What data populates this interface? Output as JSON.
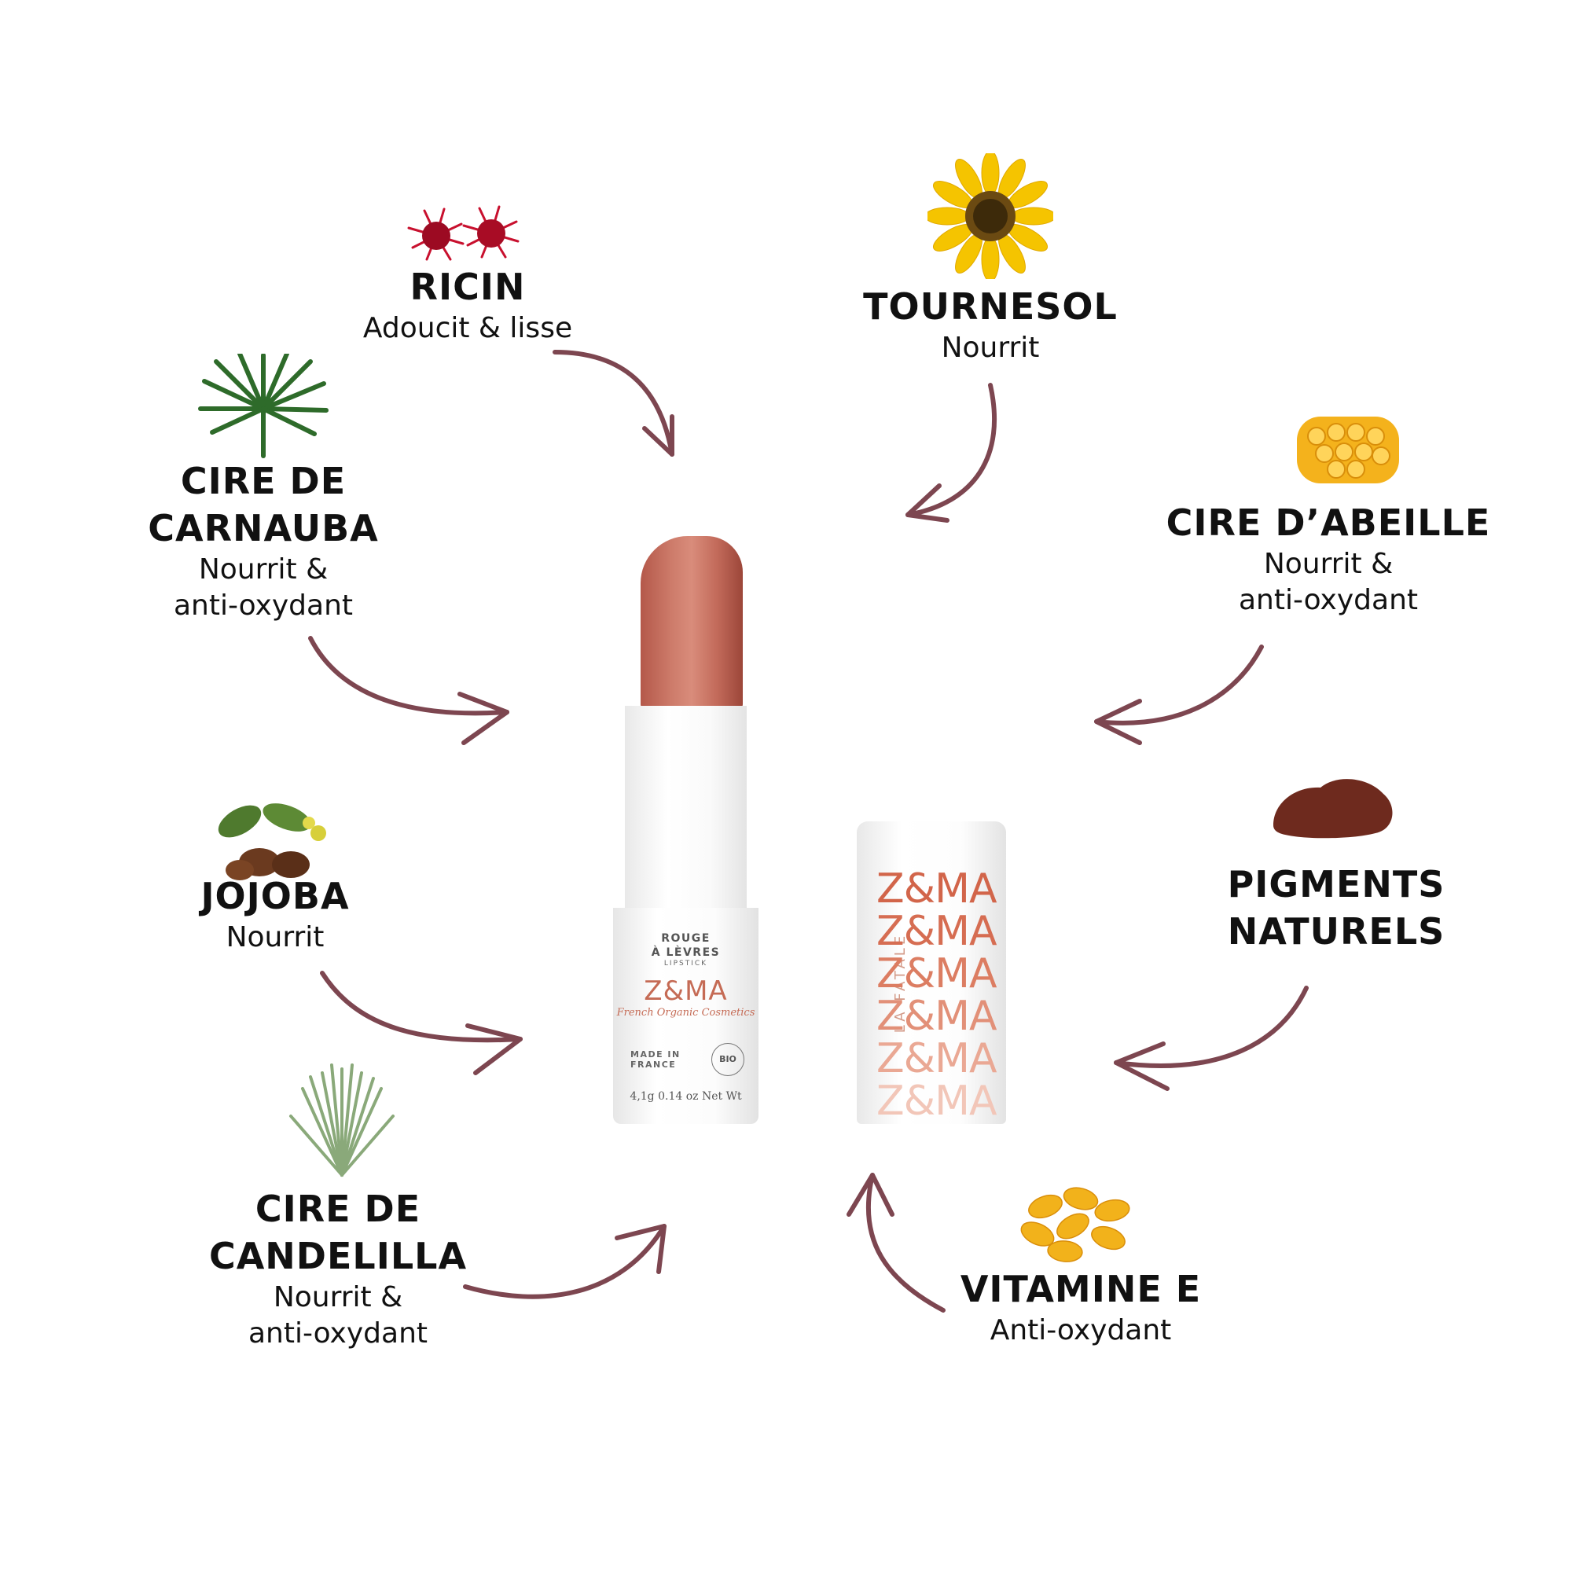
{
  "ingredients": {
    "ricin": {
      "name": "RICIN",
      "benefit": "Adoucit & lisse",
      "icon": "ricin-flower-icon",
      "color": "#c8102e"
    },
    "tournesol": {
      "name": "TOURNESOL",
      "benefit": "Nourrit",
      "icon": "sunflower-icon",
      "color": "#f2b705"
    },
    "carnauba": {
      "name": "CIRE DE\nCARNAUBA",
      "benefit": "Nourrit &\nanti-oxydant",
      "icon": "palm-leaf-icon",
      "color": "#2e6b2a"
    },
    "abeille": {
      "name": "CIRE D’ABEILLE",
      "benefit": "Nourrit &\nanti-oxydant",
      "icon": "honeycomb-icon",
      "color": "#f0a81c"
    },
    "jojoba": {
      "name": "JOJOBA",
      "benefit": "Nourrit",
      "icon": "jojoba-seeds-icon",
      "color": "#6b3a1f"
    },
    "pigments": {
      "name": "PIGMENTS\nNATURELS",
      "icon": "pigment-powder-icon",
      "color": "#6e2a1e"
    },
    "candelilla": {
      "name": "CIRE DE\nCANDELILLA",
      "benefit": "Nourrit &\nanti-oxydant",
      "icon": "candelilla-plant-icon",
      "color": "#7a9a6a"
    },
    "vitamine": {
      "name": "VITAMINE E",
      "benefit": "Anti-oxydant",
      "icon": "vitamin-capsules-icon",
      "color": "#f2b21b"
    }
  },
  "product": {
    "label_top": "ROUGE\nÀ LÈVRES",
    "label_sub": "LIPSTICK",
    "brand": "Z&MA",
    "tagline": "French Organic Cosmetics",
    "made_in": "MADE IN\nFRANCE",
    "bio_badge": "BIO",
    "weight": "4,1g 0.14 oz Net Wt",
    "cap_brand": "Z&MA",
    "cap_shade": "LA FATALE",
    "lipstick_color": "#c8705f",
    "cap_text_color": "#d2654a"
  },
  "arrow_color": "#7d4650"
}
